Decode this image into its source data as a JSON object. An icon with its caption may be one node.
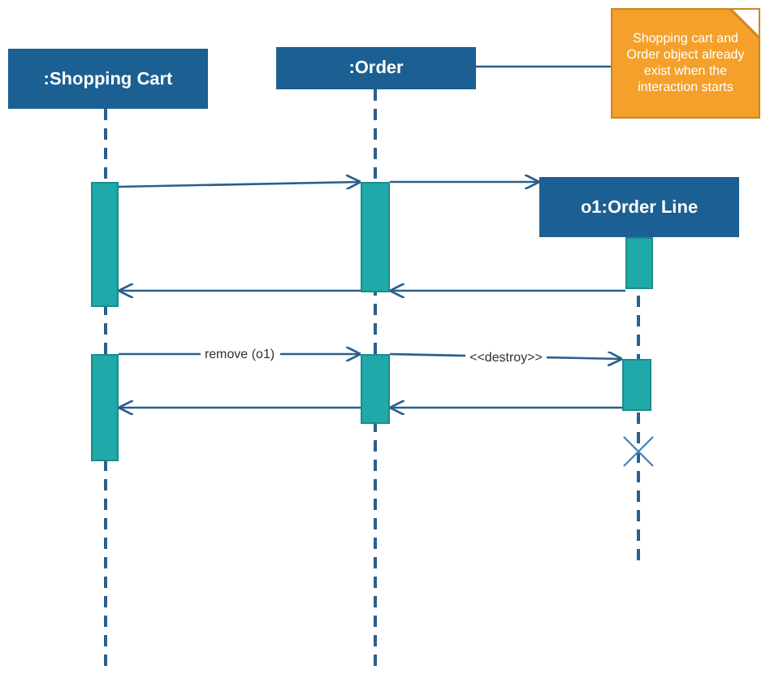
{
  "diagram": {
    "nodes": [
      {
        "text": [
          ":Shopping Cart"
        ]
      },
      {
        "text": [
          ":Order"
        ]
      },
      {
        "text": [
          "Shopping cart and Order object already exist when the interaction starts"
        ]
      },
      {
        "text": [
          "o1:Order Line"
        ]
      },
      {
        "text": [],
        "shape": "bar"
      },
      {
        "text": [],
        "shape": "bar"
      },
      {
        "text": [],
        "shape": "bar"
      },
      {
        "text": [],
        "shape": "bar"
      },
      {
        "text": [],
        "shape": "bar"
      },
      {
        "text": [],
        "shape": "bar"
      }
    ],
    "edges": [
      {
        "from": 1,
        "to": 2,
        "arrow": "none"
      },
      {
        "from": 4,
        "to": 5,
        "arrow": "to"
      },
      {
        "from": 5,
        "to": 3,
        "arrow": "to"
      },
      {
        "from": 6,
        "to": 5,
        "arrow": "to"
      },
      {
        "from": 5,
        "to": 4,
        "arrow": "to"
      },
      {
        "from": 7,
        "to": 8,
        "label": "remove (o1)",
        "arrow": "to"
      },
      {
        "from": 8,
        "to": 9,
        "label": "<<destroy>>",
        "arrow": "to"
      },
      {
        "from": 9,
        "to": 8,
        "arrow": "to"
      },
      {
        "from": 8,
        "to": 7,
        "arrow": "to"
      }
    ]
  }
}
